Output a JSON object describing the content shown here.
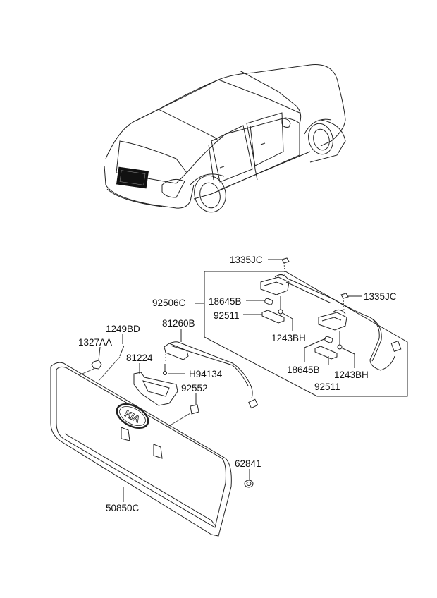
{
  "diagram": {
    "title": "Rear garnish / license lamp parts diagram",
    "vehicle_illustration": "sedan-rear-three-quarter-view",
    "labels": {
      "p1335JC_a": "1335JC",
      "p1335JC_b": "1335JC",
      "p92506C": "92506C",
      "p18645B_a": "18645B",
      "p92511_a": "92511",
      "p1243BH_a": "1243BH",
      "p18645B_b": "18645B",
      "p1243BH_b": "1243BH",
      "p92511_b": "92511",
      "p81260B": "81260B",
      "p1249BD": "1249BD",
      "p1327AA": "1327AA",
      "p81224": "81224",
      "pH94134": "H94134",
      "p92552": "92552",
      "p62841": "62841",
      "p50850C": "50850C"
    },
    "emblem_text": "KIA"
  }
}
